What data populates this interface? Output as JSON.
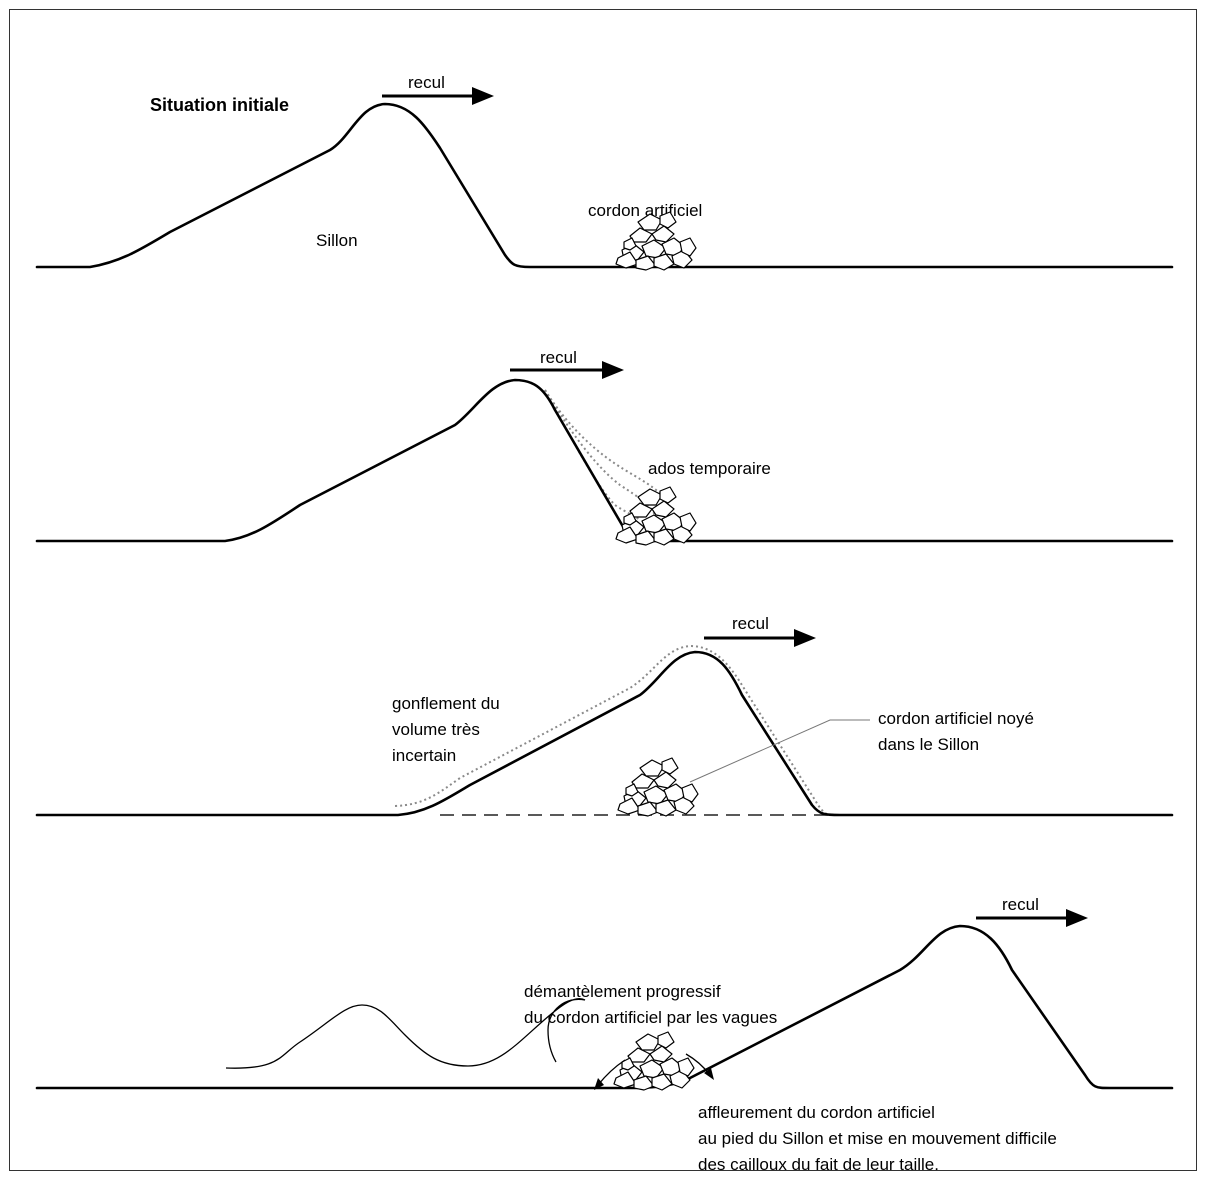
{
  "panels": [
    {
      "title": "Situation initiale",
      "arrow_label": "recul",
      "labels": {
        "sillon": "Sillon",
        "cordon": "cordon artificiel"
      }
    },
    {
      "arrow_label": "recul",
      "labels": {
        "ados": "ados temporaire"
      }
    },
    {
      "arrow_label": "recul",
      "labels": {
        "gonflement": [
          "gonflement du",
          "volume très",
          "incertain"
        ],
        "cordon_noye": [
          "cordon artificiel noyé",
          "dans le Sillon"
        ]
      }
    },
    {
      "arrow_label": "recul",
      "labels": {
        "demantelement": [
          "démantèlement progressif",
          "du cordon artificiel par les vagues"
        ],
        "affleurement": [
          "affleurement du cordon artificiel",
          "au pied du Sillon et mise en mouvement difficile",
          "des cailloux du fait de leur taille."
        ]
      }
    }
  ]
}
